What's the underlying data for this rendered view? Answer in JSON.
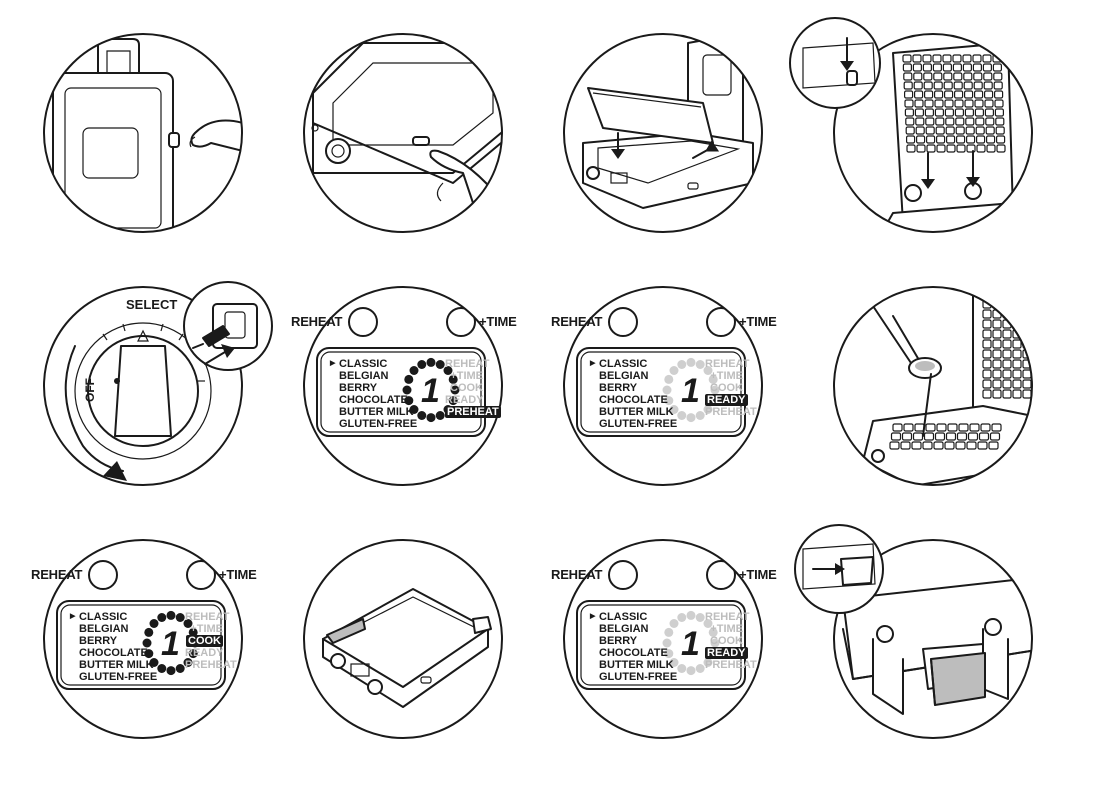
{
  "dial": {
    "select_label": "SELECT",
    "off_label": "OFF"
  },
  "lcd": {
    "reheat_button_label": "REHEAT",
    "time_button_label": "+TIME",
    "digit": "1",
    "menu_items": [
      "CLASSIC",
      "BELGIAN",
      "BERRY",
      "CHOCOLATE",
      "BUTTER MILK",
      "GLUTEN-FREE"
    ],
    "status_items": [
      "REHEAT",
      "+TIME",
      "COOK",
      "READY",
      "PREHEAT"
    ]
  },
  "panels": [
    {
      "id": "step-1",
      "shows": "lid-handle-side-button"
    },
    {
      "id": "step-2",
      "shows": "press-side-release-button"
    },
    {
      "id": "step-3",
      "shows": "insert-plates"
    },
    {
      "id": "step-4",
      "shows": "latch-plates"
    },
    {
      "id": "step-5",
      "shows": "dial-and-plug"
    },
    {
      "id": "step-6",
      "active_status": "PREHEAT"
    },
    {
      "id": "step-7",
      "active_status": "READY"
    },
    {
      "id": "step-8",
      "shows": "pour-batter"
    },
    {
      "id": "step-9",
      "active_status": "COOK"
    },
    {
      "id": "step-10",
      "shows": "closed-unit"
    },
    {
      "id": "step-11",
      "active_status": "READY"
    },
    {
      "id": "step-12",
      "shows": "drip-tray"
    }
  ]
}
